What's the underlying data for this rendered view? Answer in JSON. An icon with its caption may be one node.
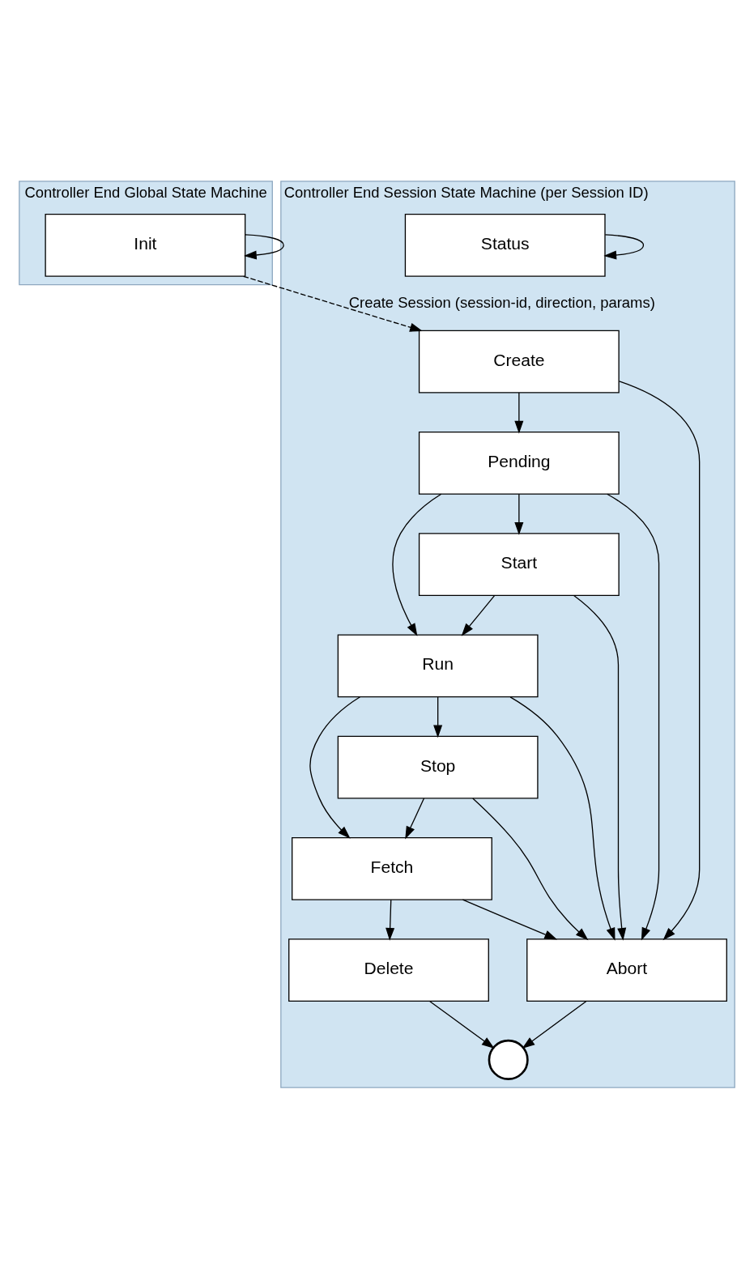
{
  "diagram": {
    "nodes": [
      {
        "text": [
          "Controller End Global State Machine"
        ]
      },
      {
        "text": [
          "Init"
        ],
        "in": 0
      },
      {
        "text": [
          "Controller End Session State Machine (per Session ID)"
        ]
      },
      {
        "text": [
          "Create"
        ],
        "in": 2
      },
      {
        "text": [
          "Pending"
        ],
        "in": 2
      },
      {
        "text": [
          "Start"
        ],
        "in": 2
      },
      {
        "text": [
          "Run"
        ],
        "in": 2
      },
      {
        "text": [
          "Stop"
        ],
        "in": 2
      },
      {
        "text": [
          "Fetch"
        ],
        "in": 2
      },
      {
        "text": [
          "Delete"
        ],
        "in": 2
      },
      {
        "text": [
          "Status"
        ],
        "in": 2
      },
      {
        "text": [
          "Abort"
        ],
        "in": 2
      },
      {
        "text": [],
        "shape": "circle",
        "in": 2
      }
    ],
    "edges": [
      {
        "from": 1,
        "to": 1,
        "arrow": "to"
      },
      {
        "from": 1,
        "to": 3,
        "arrow": "to",
        "style": "dashed",
        "label": "Create Session (session-id, direction, params)"
      },
      {
        "from": 3,
        "to": 4,
        "arrow": "to"
      },
      {
        "from": 4,
        "to": 5,
        "arrow": "to"
      },
      {
        "from": 5,
        "to": 6,
        "arrow": "to"
      },
      {
        "from": 6,
        "to": 7,
        "arrow": "to"
      },
      {
        "from": 7,
        "to": 8,
        "arrow": "to"
      },
      {
        "from": 8,
        "to": 9,
        "arrow": "to"
      },
      {
        "from": 4,
        "to": 6,
        "arrow": "to"
      },
      {
        "from": 6,
        "to": 8,
        "arrow": "to"
      },
      {
        "from": 3,
        "to": 11,
        "arrow": "to"
      },
      {
        "from": 4,
        "to": 11,
        "arrow": "to"
      },
      {
        "from": 5,
        "to": 11,
        "arrow": "to"
      },
      {
        "from": 6,
        "to": 11,
        "arrow": "to"
      },
      {
        "from": 7,
        "to": 11,
        "arrow": "to"
      },
      {
        "from": 8,
        "to": 11,
        "arrow": "to"
      },
      {
        "from": 10,
        "to": 10,
        "arrow": "to"
      },
      {
        "from": 11,
        "to": 12,
        "arrow": "to"
      },
      {
        "from": 9,
        "to": 12,
        "arrow": "to"
      }
    ]
  }
}
